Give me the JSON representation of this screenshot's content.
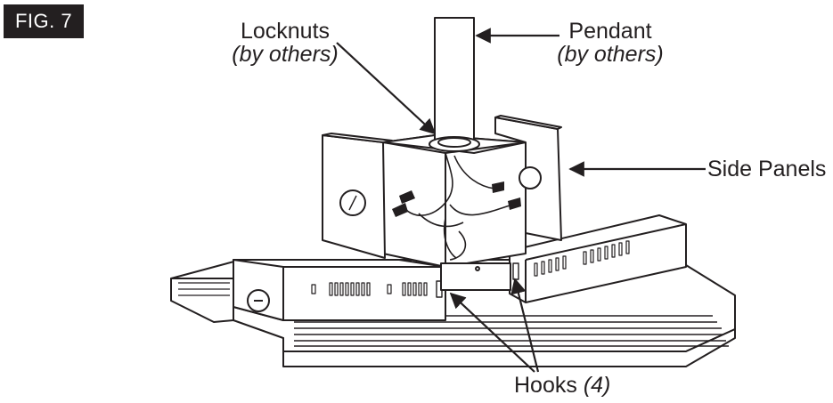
{
  "figure": {
    "label": "FIG. 7"
  },
  "callouts": {
    "locknuts": {
      "label": "Locknuts",
      "sub": "(by others)"
    },
    "pendant": {
      "label": "Pendant",
      "sub": "(by others)"
    },
    "side_panels": {
      "label": "Side Panels"
    },
    "hooks": {
      "label": "Hooks",
      "count": "(4)"
    }
  },
  "colors": {
    "ink": "#231f20",
    "badge_bg": "#231f20",
    "badge_text": "#ffffff"
  }
}
